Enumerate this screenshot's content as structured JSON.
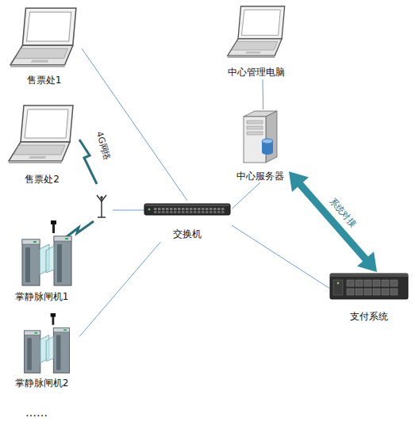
{
  "diagram": {
    "nodes": [
      {
        "text": [
          "售票处1"
        ]
      },
      {
        "text": [
          "中心管理电脑"
        ]
      },
      {
        "text": [
          "售票处2"
        ]
      },
      {
        "text": [
          "中心服务器"
        ]
      },
      {
        "text": [
          "交换机"
        ]
      },
      {
        "text": [
          "掌静脉闸机1"
        ]
      },
      {
        "text": [
          "支付系统"
        ]
      },
      {
        "text": [
          "掌静脉闸机2"
        ]
      }
    ],
    "edges": [
      {
        "from": 0,
        "to": 4,
        "arrow": "none"
      },
      {
        "from": 1,
        "to": 3,
        "arrow": "none"
      },
      {
        "from": 4,
        "to": 3,
        "arrow": "none"
      },
      {
        "from": 4,
        "to": 6,
        "arrow": "none"
      },
      {
        "from": 7,
        "to": 4,
        "arrow": "none"
      },
      {
        "from": 3,
        "to": 6,
        "label": "系统对接",
        "arrow": "both"
      }
    ],
    "labels": [
      "4G网络",
      "……"
    ]
  }
}
